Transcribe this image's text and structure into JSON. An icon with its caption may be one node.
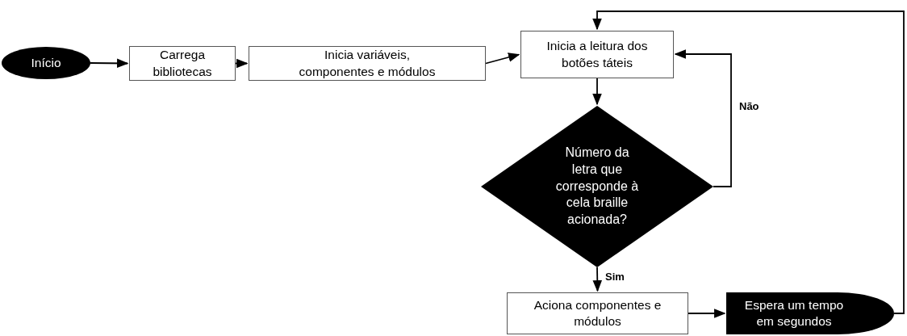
{
  "diagram": {
    "nodes": [
      {
        "text": [
          "Início"
        ]
      },
      {
        "text": [
          "Carrega bibliotecas"
        ]
      },
      {
        "text": [
          "Inicia variáveis, componentes e módulos"
        ]
      },
      {
        "text": [
          "Inicia a leitura dos botões táteis"
        ]
      },
      {
        "text": [
          "Número da letra que corresponde à cela braille acionada?"
        ]
      },
      {
        "text": [
          "Aciona componentes e módulos"
        ]
      },
      {
        "text": [
          "Espera um tempo em segundos"
        ]
      }
    ],
    "edges": [
      {
        "from": 0,
        "to": 1,
        "arrow": "to"
      },
      {
        "from": 1,
        "to": 2,
        "arrow": "to"
      },
      {
        "from": 2,
        "to": 3,
        "arrow": "to"
      },
      {
        "from": 3,
        "to": 4,
        "arrow": "to"
      },
      {
        "from": 4,
        "to": 3,
        "arrow": "to",
        "label": "Não"
      },
      {
        "from": 4,
        "to": 5,
        "arrow": "to",
        "label": "Sim"
      },
      {
        "from": 5,
        "to": 6,
        "arrow": "to"
      },
      {
        "from": 6,
        "to": 3,
        "arrow": "to"
      }
    ]
  }
}
